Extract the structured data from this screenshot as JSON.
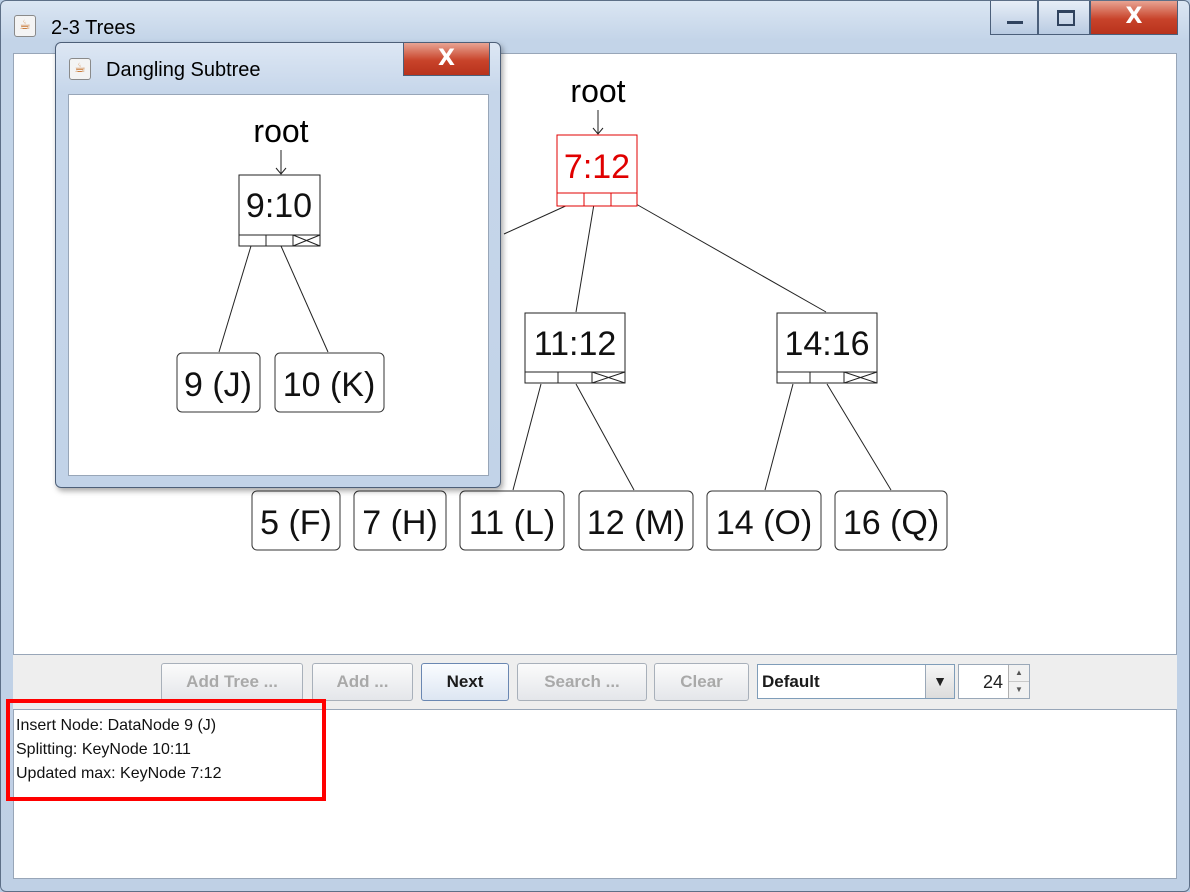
{
  "window": {
    "title": "2-3 Trees",
    "close_glyph": "X"
  },
  "main_tree": {
    "root_label": "root",
    "root_key": "7:12",
    "inner_keys": [
      "11:12",
      "14:16"
    ],
    "leaves": [
      "5 (F)",
      "7 (H)",
      "11 (L)",
      "12 (M)",
      "14 (O)",
      "16 (Q)"
    ],
    "highlight_color": "#e00000"
  },
  "toolbar": {
    "add_tree_label": "Add Tree ...",
    "add_label": "Add ...",
    "next_label": "Next",
    "search_label": "Search ...",
    "clear_label": "Clear",
    "combo_value": "Default",
    "spinner_value": "24"
  },
  "log": {
    "lines": [
      "Insert Node: DataNode 9 (J)",
      "Splitting: KeyNode 10:11",
      "Updated max: KeyNode 7:12"
    ],
    "highlight_color": "#ff0000"
  },
  "dangling_window": {
    "title": "Dangling Subtree",
    "close_glyph": "X",
    "root_label": "root",
    "root_key": "9:10",
    "leaves": [
      "9 (J)",
      "10 (K)"
    ]
  }
}
